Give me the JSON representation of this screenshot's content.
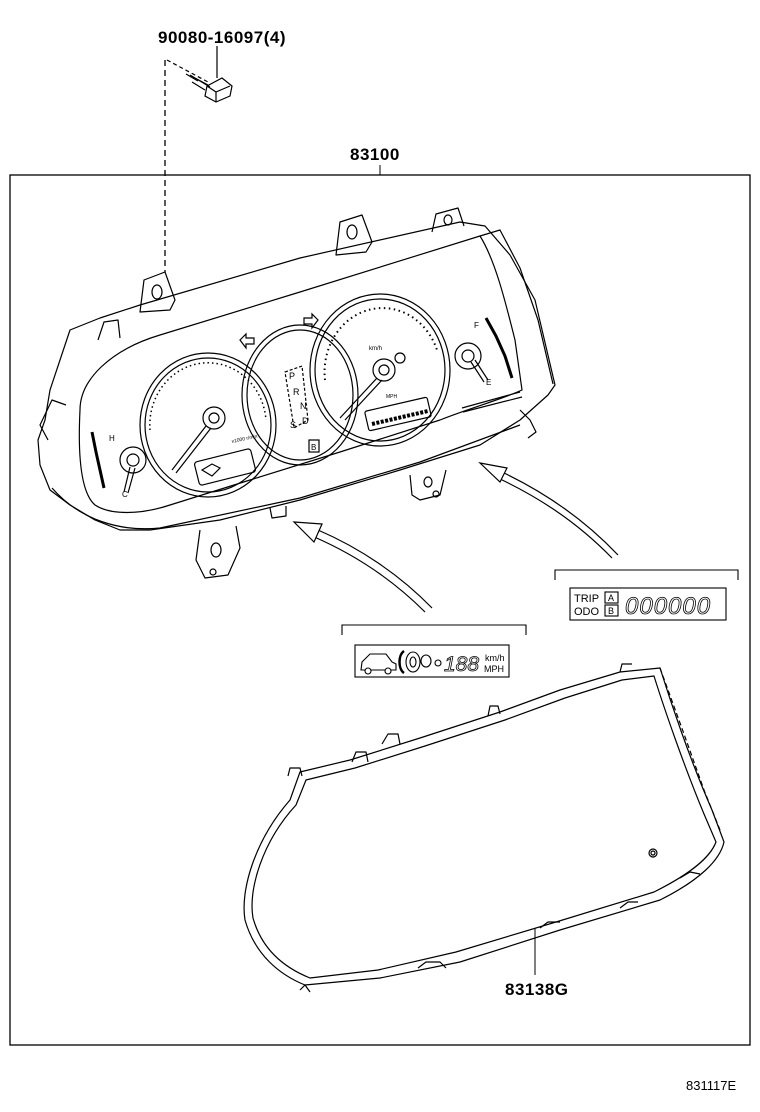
{
  "callouts": {
    "bolt": "90080-16097(4)",
    "combination_meter": "83100",
    "lens_glass": "83138G"
  },
  "inset_displays": {
    "odometer": {
      "trip_label": "TRIP",
      "odo_label": "ODO",
      "mode_a": "A",
      "mode_b": "B",
      "digits": "000000"
    },
    "speed_display": {
      "digits": "188",
      "unit_top": "km/h",
      "unit_bottom": "MPH"
    }
  },
  "gauge_markings": {
    "temp_hot": "H",
    "temp_cold": "C",
    "fuel_full": "F",
    "fuel_empty": "E",
    "speed_unit_top": "km/h",
    "speed_unit_bottom": "MPH",
    "shift_positions": [
      "P",
      "R",
      "N",
      "D",
      "S",
      "B"
    ]
  },
  "figure_code": "831117E"
}
